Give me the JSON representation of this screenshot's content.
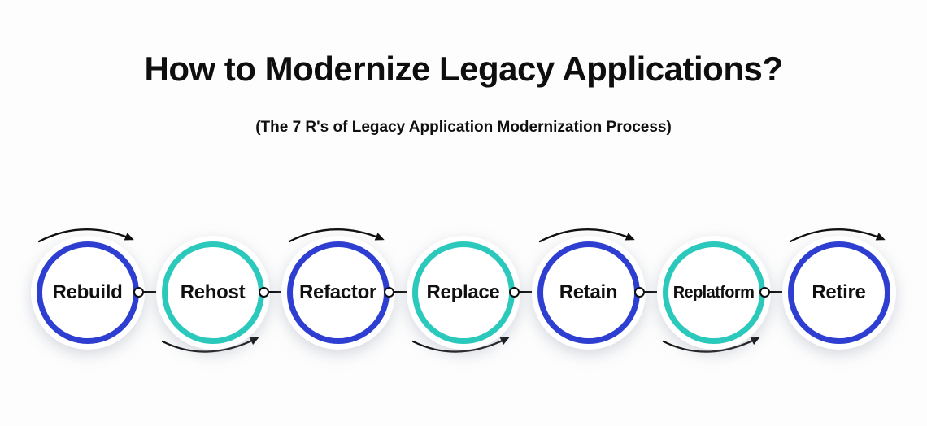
{
  "title": "How to Modernize Legacy Applications?",
  "subtitle": "(The 7 R's of Legacy Application Modernization Process)",
  "colors": {
    "blue": "#2e3ed0",
    "teal": "#2bc8bc",
    "arrow": "#101010",
    "text": "#101010",
    "background": "#fdfdfd"
  },
  "steps": [
    {
      "label": "Rebuild",
      "ring": "blue",
      "arrow": "top"
    },
    {
      "label": "Rehost",
      "ring": "teal",
      "arrow": "bottom"
    },
    {
      "label": "Refactor",
      "ring": "blue",
      "arrow": "top"
    },
    {
      "label": "Replace",
      "ring": "teal",
      "arrow": "bottom"
    },
    {
      "label": "Retain",
      "ring": "blue",
      "arrow": "top"
    },
    {
      "label": "Replatform",
      "ring": "teal",
      "arrow": "bottom"
    },
    {
      "label": "Retire",
      "ring": "blue",
      "arrow": "top"
    }
  ]
}
